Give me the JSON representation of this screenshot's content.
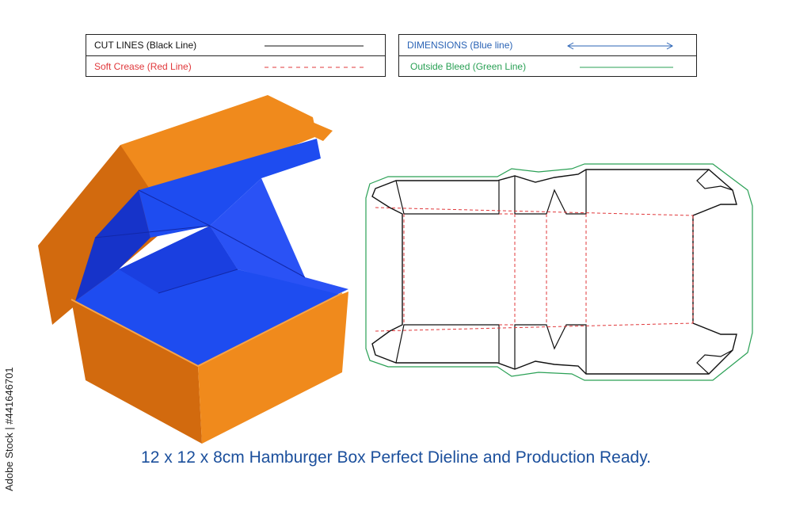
{
  "legend": {
    "cut_lines": {
      "label": "CUT LINES (Black Line)",
      "color": "#111111"
    },
    "soft_crease": {
      "label": "Soft Crease (Red Line)",
      "color": "#e0383b"
    },
    "dimensions": {
      "label": "DIMENSIONS (Blue line)",
      "color": "#2a63b5"
    },
    "outside_bleed": {
      "label": "Outside Bleed (Green Line)",
      "color": "#2aa055"
    }
  },
  "caption": "12 x 12 x 8cm Hamburger Box Perfect Dieline and Production Ready.",
  "stock_id": "Adobe Stock | #441646701",
  "colors": {
    "box_orange": "#f08a1c",
    "box_orange_dark": "#d26a0e",
    "box_blue": "#1e4cf0",
    "box_blue_dark": "#1633c9"
  }
}
